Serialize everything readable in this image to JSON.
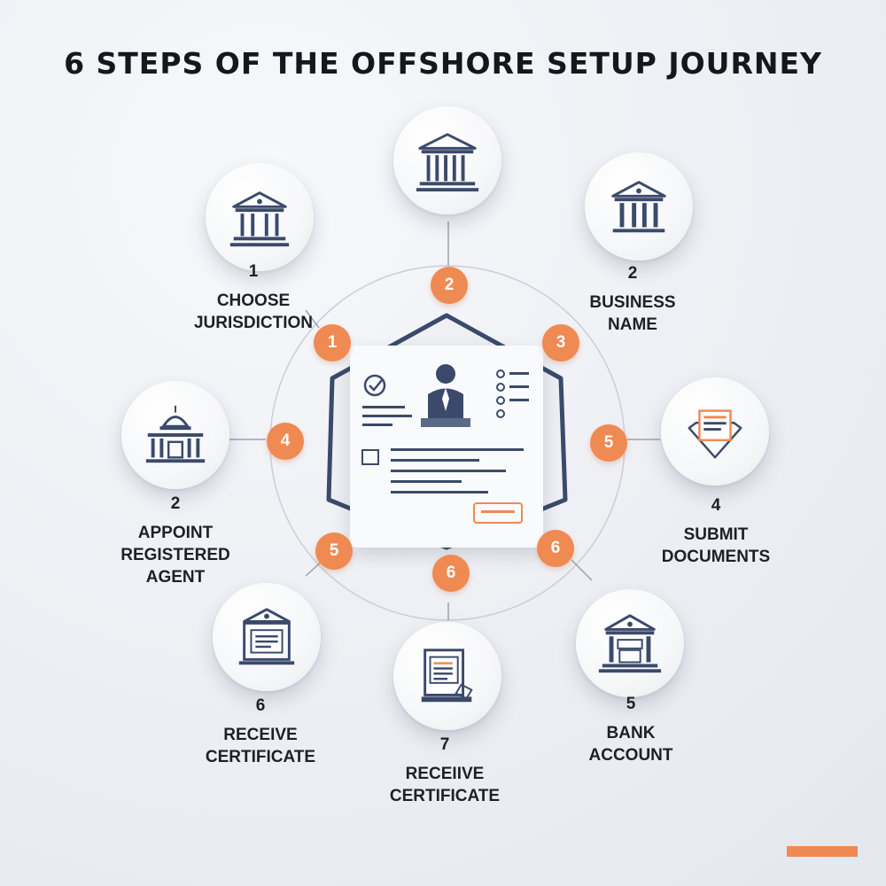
{
  "title": "6 STEPS OF THE OFFSHORE SETUP JOURNEY",
  "colors": {
    "accent": "#ef8a52",
    "navy": "#3b4a6b",
    "text": "#1d2027"
  },
  "nodes": [
    {
      "icon": "classical-building-icon",
      "num": "1",
      "lines": [
        "CHOOSE",
        "JURISDICTION"
      ]
    },
    {
      "icon": "classical-building-icon",
      "num": "",
      "lines": []
    },
    {
      "icon": "classical-building-icon",
      "num": "2",
      "lines": [
        "BUSINESS",
        "NAME"
      ]
    },
    {
      "icon": "capitol-building-icon",
      "num": "2",
      "lines": [
        "APPOINT",
        "REGISTERED",
        "AGENT"
      ]
    },
    {
      "icon": "document-envelope-icon",
      "num": "4",
      "lines": [
        "SUBMIT",
        "DOCUMENTS"
      ]
    },
    {
      "icon": "certificate-building-icon",
      "num": "6",
      "lines": [
        "RECEIVE",
        "CERTIFICATE"
      ]
    },
    {
      "icon": "certificate-monitor-icon",
      "num": "7",
      "lines": [
        "RECEIIVE",
        "CERTIFICATE"
      ]
    },
    {
      "icon": "bank-building-icon",
      "num": "5",
      "lines": [
        "BANK",
        "ACCOUNT"
      ]
    }
  ],
  "badges": [
    "2",
    "1",
    "3",
    "4",
    "5",
    "5",
    "6",
    "6"
  ]
}
